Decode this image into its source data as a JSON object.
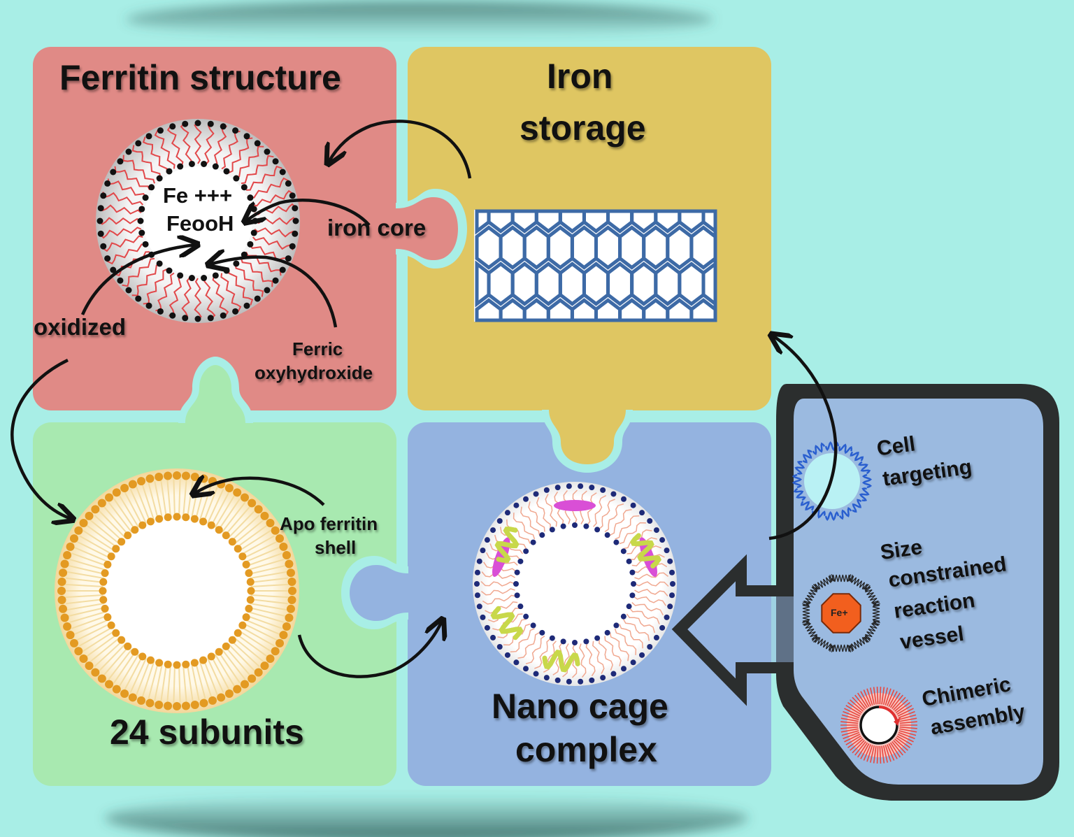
{
  "panels": {
    "ferritin": {
      "title": "Ferritin structure",
      "color": "#e08a86"
    },
    "iron": {
      "title_line1": "Iron",
      "title_line2": "storage",
      "color": "#dfc662"
    },
    "subunits": {
      "title": "24 subunits",
      "color": "#a8e9b0"
    },
    "nanocage": {
      "title_line1": "Nano cage",
      "title_line2": "complex",
      "color": "#94b3e0"
    }
  },
  "core": {
    "line1": "Fe +++",
    "line2": "FeooH"
  },
  "labels": {
    "iron_core": "iron core",
    "oxidized": "oxidized",
    "ferric_line1": "Ferric",
    "ferric_line2": "oxyhydroxide",
    "apo_line1": "Apo ferritin",
    "apo_line2": "shell"
  },
  "side_panel": {
    "cell_line1": "Cell",
    "cell_line2": "targeting",
    "size_line1": "Size",
    "size_line2": "constrained",
    "size_line3": "reaction",
    "size_line4": "vessel",
    "fe_label": "Fe+",
    "chimeric_line1": "Chimeric",
    "chimeric_line2": "assembly"
  }
}
